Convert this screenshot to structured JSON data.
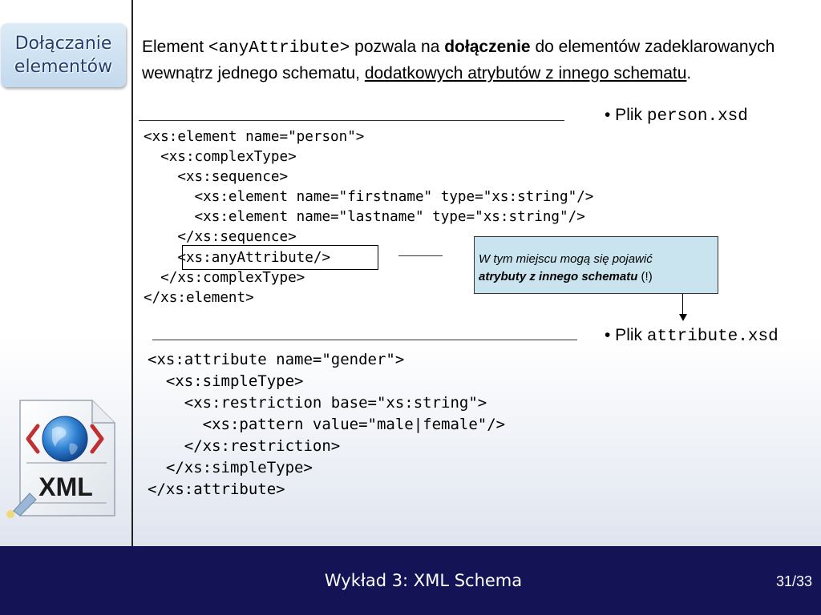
{
  "sidebar": {
    "section_title_line1": "Dołączanie",
    "section_title_line2": "elementów",
    "logo_text": "XML"
  },
  "intro": {
    "t1": "Element ",
    "code": "<anyAttribute>",
    "t2": " pozwala na ",
    "bold": "dołączenie",
    "t3": " do elementów zadeklarowanych wewnątrz jednego schematu, ",
    "underlined": "dodatkowych atrybutów z innego schematu",
    "t4": "."
  },
  "file1": {
    "prefix": "• Plik ",
    "name": "person.xsd"
  },
  "file2": {
    "prefix": "• Plik ",
    "name": "attribute.xsd"
  },
  "code1": [
    "<xs:element name=\"person\">",
    "  <xs:complexType>",
    "    <xs:sequence>",
    "      <xs:element name=\"firstname\" type=\"xs:string\"/>",
    "      <xs:element name=\"lastname\" type=\"xs:string\"/>",
    "    </xs:sequence>",
    "    <xs:anyAttribute/>",
    "  </xs:complexType>",
    "</xs:element>"
  ],
  "code2": [
    "<xs:attribute name=\"gender\">",
    "  <xs:simpleType>",
    "    <xs:restriction base=\"xs:string\">",
    "      <xs:pattern value=\"male|female\"/>",
    "    </xs:restriction>",
    "  </xs:simpleType>",
    "</xs:attribute>"
  ],
  "callout": {
    "line1": "W tym miejscu mogą się pojawić",
    "bold": "atrybuty z innego schematu",
    "tail": " (!)"
  },
  "footer": {
    "title": "Wykład 3: XML Schema",
    "page": "31/33"
  },
  "colors": {
    "footer_bg": "#131356",
    "callout_bg": "#c9e4ee",
    "section_title": "#1f3f71"
  }
}
